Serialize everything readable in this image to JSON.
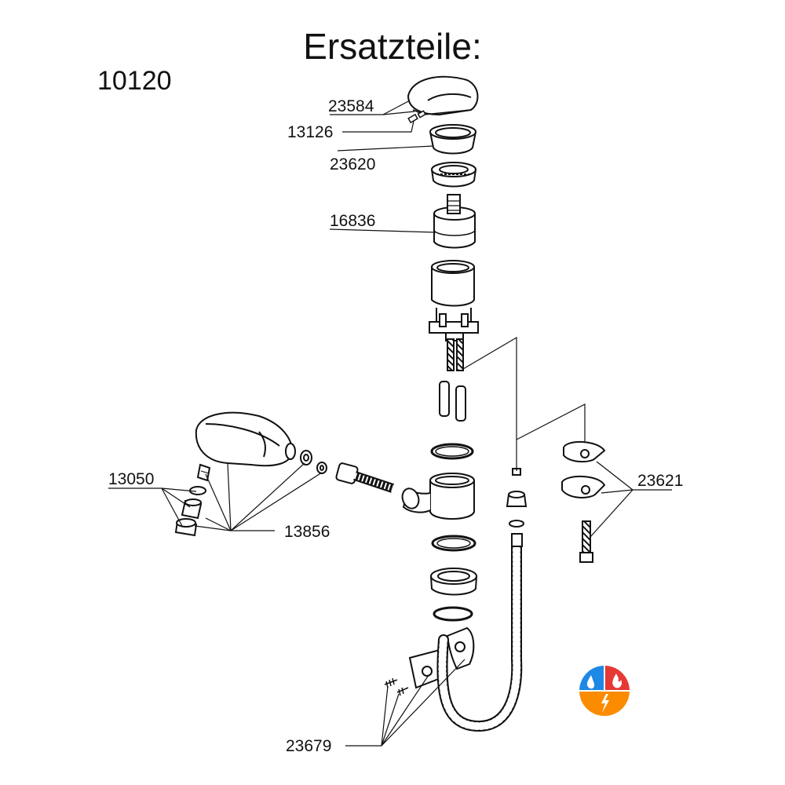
{
  "title": "Ersatzteile:",
  "model_number": "10120",
  "parts": {
    "p23584": "23584",
    "p13126": "13126",
    "p23620": "23620",
    "p16836": "16836",
    "p13050": "13050",
    "p13856": "13856",
    "p23621": "23621",
    "p23679": "23679"
  },
  "badge": {
    "icon": "water-fire-energy-icon",
    "colors": {
      "water": "#1e88e5",
      "fire": "#e53935",
      "energy": "#fb8c00"
    }
  }
}
